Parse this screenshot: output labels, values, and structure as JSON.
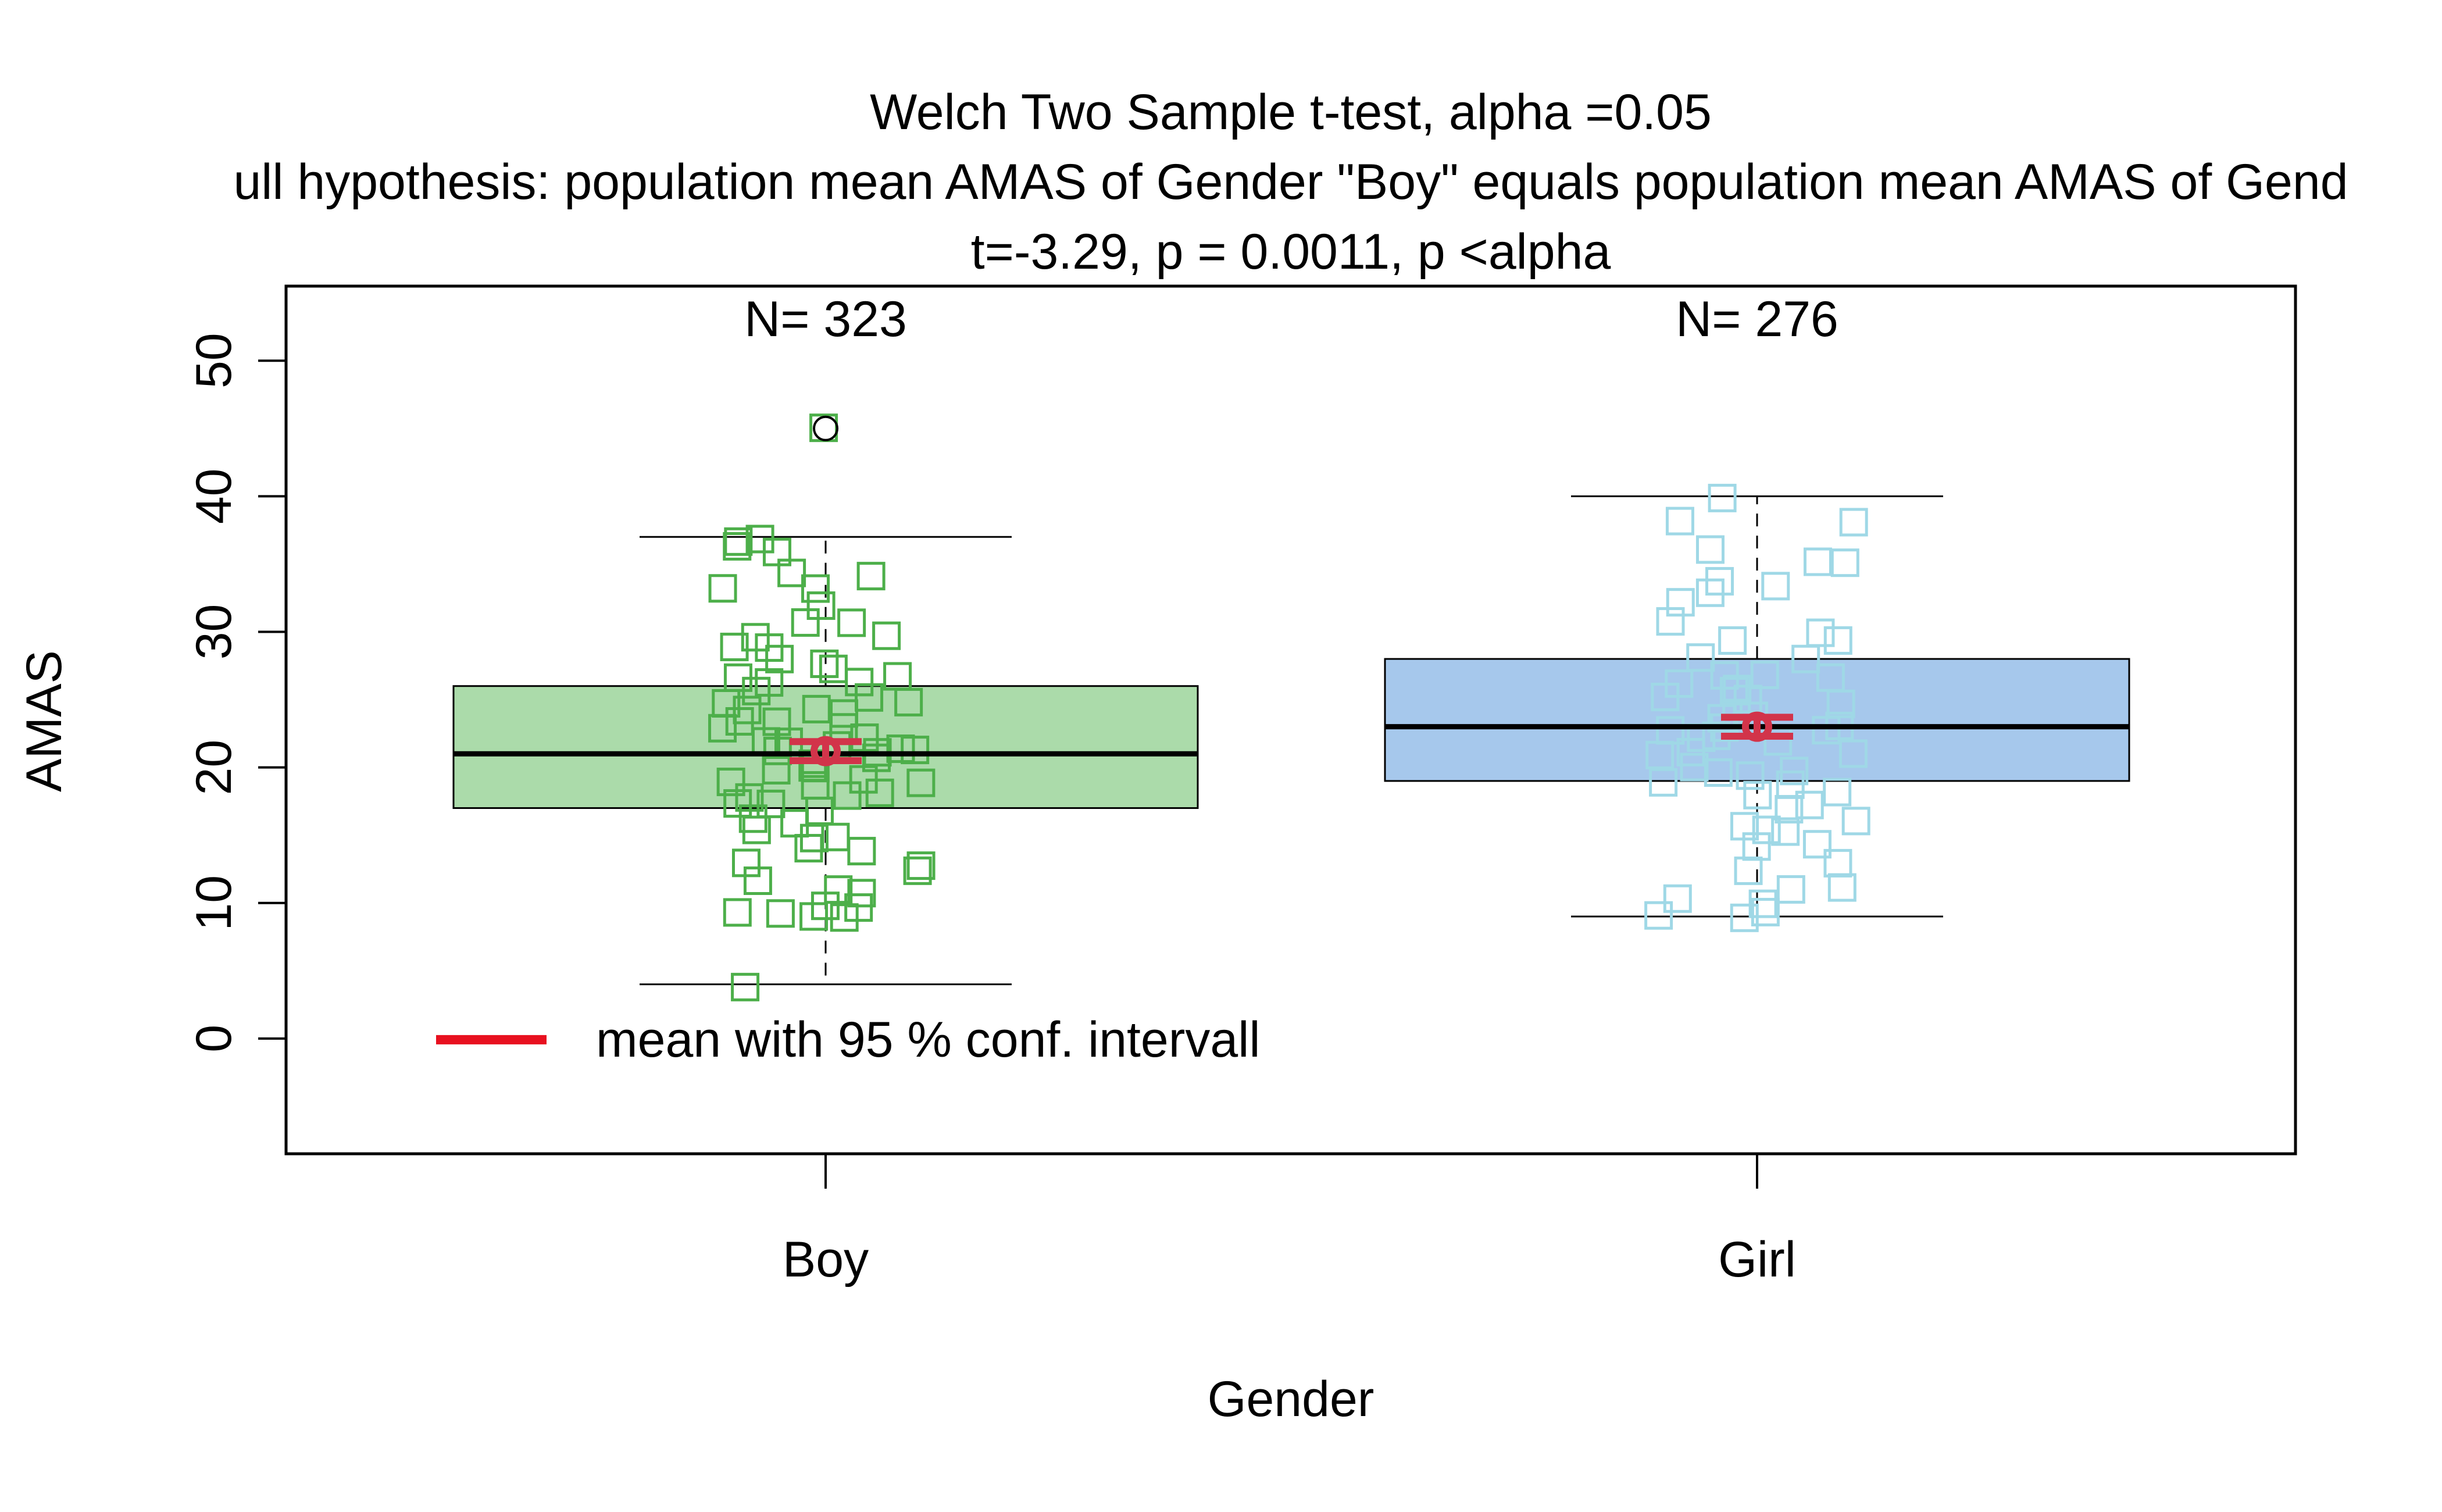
{
  "chart_data": {
    "type": "box",
    "title": "Welch Two Sample t-test, alpha =0.05",
    "subtitle": "ull hypothesis: population mean AMAS of Gender \"Boy\" equals population mean AMAS of Gend",
    "stats_line": "t=-3.29, p = 0.0011, p <alpha",
    "xlabel": "Gender",
    "ylabel": "AMAS",
    "ylim": [
      -8.5,
      55.5
    ],
    "yticks": [
      0,
      10,
      20,
      30,
      40,
      50
    ],
    "grid": false,
    "legend": {
      "label": "mean with 95 % conf. intervall",
      "color": "#e8101f",
      "position": "bottom-left"
    },
    "groups": [
      {
        "name": "Boy",
        "n_label": "N= 323",
        "box_color": "#abdbaa",
        "point_color": "#4daf4a",
        "whisker_low": 4,
        "q1": 17,
        "median": 21,
        "q3": 26,
        "whisker_high": 37,
        "outliers": [
          45
        ],
        "mean": 21.2,
        "ci_low": 20.5,
        "ci_high": 21.9,
        "jitter_points": [
          45,
          4,
          9,
          9,
          9,
          9,
          10,
          10,
          11,
          11,
          12,
          12,
          13,
          13,
          14,
          14,
          15,
          15,
          15,
          16,
          16,
          17,
          17,
          17,
          18,
          18,
          18,
          19,
          19,
          19,
          19,
          20,
          20,
          20,
          20,
          21,
          21,
          21,
          21,
          21,
          22,
          22,
          22,
          22,
          23,
          23,
          23,
          23,
          24,
          24,
          24,
          25,
          25,
          25,
          26,
          26,
          26,
          27,
          27,
          27,
          28,
          28,
          29,
          29,
          30,
          30,
          31,
          31,
          32,
          33,
          33,
          34,
          34,
          36,
          36,
          37,
          37
        ]
      },
      {
        "name": "Girl",
        "n_label": "N= 276",
        "box_color": "#a6c8ec",
        "point_color": "#9fd8e6",
        "whisker_low": 9,
        "q1": 19,
        "median": 23,
        "q3": 28,
        "whisker_high": 40,
        "outliers": [],
        "mean": 23.0,
        "ci_low": 22.3,
        "ci_high": 23.7,
        "jitter_points": [
          9,
          9,
          9,
          10,
          10,
          11,
          11,
          12,
          13,
          14,
          14,
          15,
          15,
          16,
          16,
          17,
          17,
          18,
          18,
          19,
          19,
          19,
          20,
          20,
          20,
          21,
          21,
          21,
          22,
          22,
          22,
          23,
          23,
          23,
          23,
          24,
          24,
          24,
          25,
          25,
          25,
          26,
          26,
          26,
          27,
          27,
          27,
          28,
          28,
          29,
          29,
          30,
          31,
          32,
          33,
          33,
          34,
          35,
          35,
          36,
          38,
          38,
          40
        ]
      }
    ]
  }
}
